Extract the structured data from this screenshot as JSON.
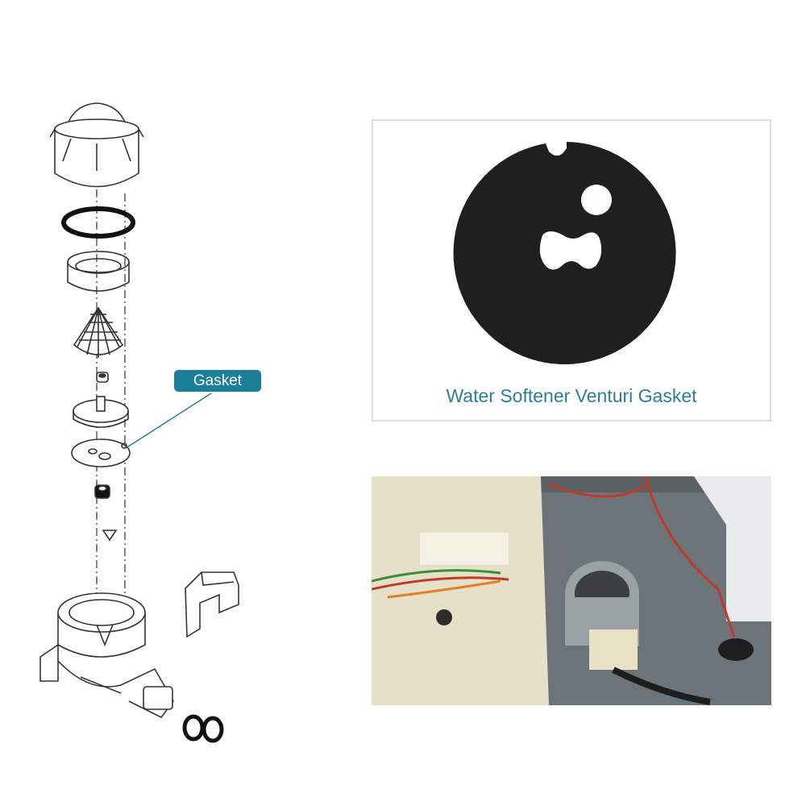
{
  "callout": {
    "label": "Gasket"
  },
  "product": {
    "caption": "Water Softener Venturi Gasket"
  },
  "photo": {
    "description_icon": "installed-venturi-photo"
  },
  "colors": {
    "accent": "#1b7f9a",
    "caption_text": "#2a7f98",
    "gasket": "#1f1f1f",
    "line_art": "#333333"
  }
}
